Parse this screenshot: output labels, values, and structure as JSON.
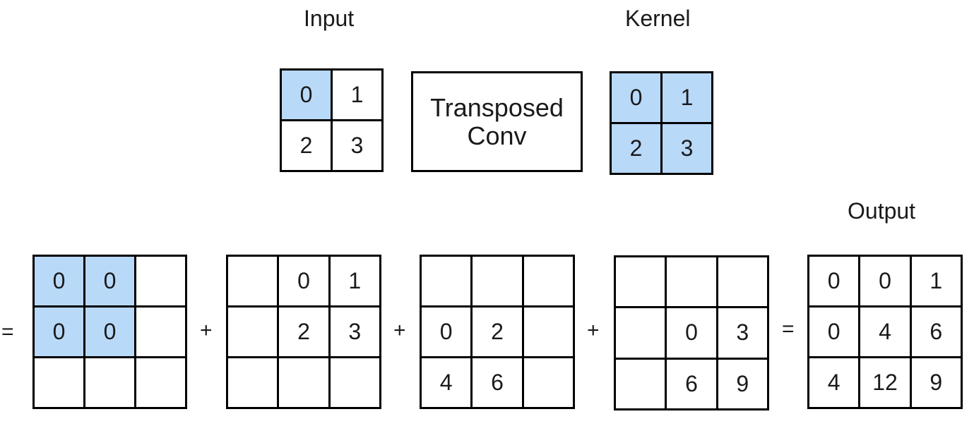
{
  "labels": {
    "input": "Input",
    "kernel": "Kernel",
    "output": "Output"
  },
  "op_box": {
    "line1": "Transposed",
    "line2": "Conv"
  },
  "colors": {
    "highlight": "#b9d9f9",
    "line": "#000000"
  },
  "operators": {
    "eq1": "=",
    "plus1": "+",
    "plus2": "+",
    "plus3": "+",
    "eq2": "="
  },
  "input_grid": {
    "cells": [
      "0",
      "1",
      "2",
      "3"
    ],
    "highlight": [
      true,
      false,
      false,
      false
    ]
  },
  "kernel_grid": {
    "cells": [
      "0",
      "1",
      "2",
      "3"
    ],
    "highlight": [
      true,
      true,
      true,
      true
    ]
  },
  "partial_1": {
    "cells": [
      "0",
      "0",
      "",
      "0",
      "0",
      "",
      "",
      "",
      ""
    ],
    "highlight": [
      true,
      true,
      false,
      true,
      true,
      false,
      false,
      false,
      false
    ]
  },
  "partial_2": {
    "cells": [
      "",
      "0",
      "1",
      "",
      "2",
      "3",
      "",
      "",
      ""
    ],
    "highlight": [
      false,
      false,
      false,
      false,
      false,
      false,
      false,
      false,
      false
    ]
  },
  "partial_3": {
    "cells": [
      "",
      "",
      "",
      "0",
      "2",
      "",
      "4",
      "6",
      ""
    ],
    "highlight": [
      false,
      false,
      false,
      false,
      false,
      false,
      false,
      false,
      false
    ]
  },
  "partial_4": {
    "cells": [
      "",
      "",
      "",
      "",
      "0",
      "3",
      "",
      "6",
      "9"
    ],
    "highlight": [
      false,
      false,
      false,
      false,
      false,
      false,
      false,
      false,
      false
    ]
  },
  "output_grid": {
    "cells": [
      "0",
      "0",
      "1",
      "0",
      "4",
      "6",
      "4",
      "12",
      "9"
    ],
    "highlight": [
      false,
      false,
      false,
      false,
      false,
      false,
      false,
      false,
      false
    ]
  }
}
